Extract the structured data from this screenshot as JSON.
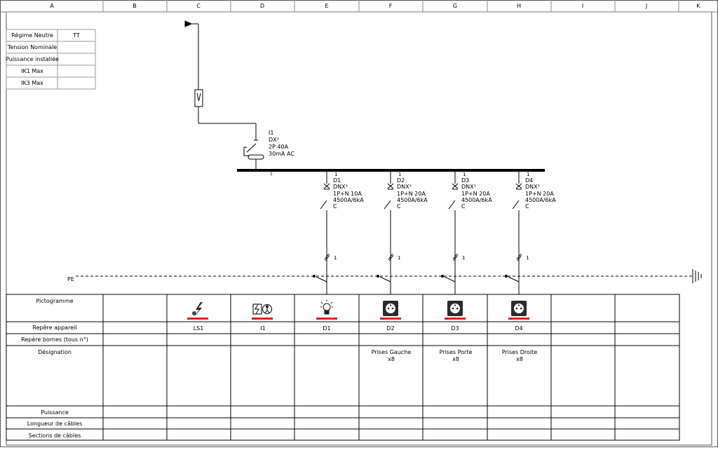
{
  "columns": [
    "A",
    "B",
    "C",
    "D",
    "E",
    "F",
    "G",
    "H",
    "I",
    "J",
    "K"
  ],
  "info_table": {
    "rows": [
      {
        "label": "Régime Neutre",
        "value": "TT"
      },
      {
        "label": "Tension Nominale",
        "value": ""
      },
      {
        "label": "Puissance installée",
        "value": ""
      },
      {
        "label": "IK1 Max",
        "value": ""
      },
      {
        "label": "IK3 Max",
        "value": ""
      }
    ]
  },
  "main_breaker": {
    "lines": [
      "I1",
      "DX³",
      "2P 40A",
      "30mA AC"
    ],
    "terminal": "1"
  },
  "busbar_terminal": "1",
  "breakers": [
    {
      "terminal": "1",
      "lines": [
        "D1",
        "DNX³",
        "1P+N 10A",
        "4500A/6kA",
        "C"
      ],
      "cable_count": "1"
    },
    {
      "terminal": "1",
      "lines": [
        "D2",
        "DNX³",
        "1P+N 20A",
        "4500A/6kA",
        "C"
      ],
      "cable_count": "1"
    },
    {
      "terminal": "1",
      "lines": [
        "D3",
        "DNX³",
        "1P+N 20A",
        "4500A/6kA",
        "C"
      ],
      "cable_count": "1"
    },
    {
      "terminal": "1",
      "lines": [
        "D4",
        "DNX³",
        "1P+N 20A",
        "4500A/6kA",
        "C"
      ],
      "cable_count": "1"
    }
  ],
  "pe_label": "PE",
  "table": {
    "row_labels": [
      "Pictogramme",
      "Repère appareil",
      "Repère bornes (tous n°)",
      "Désignation",
      "Puissance",
      "Longueur de câbles",
      "Sections de câbles"
    ],
    "pictograms": [
      {
        "icon": "lightning-arrester-icon"
      },
      {
        "icon": "breaker-differential-icon"
      },
      {
        "icon": "light-bulb-icon"
      },
      {
        "icon": "socket-icon"
      },
      {
        "icon": "socket-icon"
      },
      {
        "icon": "socket-icon"
      }
    ],
    "repere_appareil": [
      "LS1",
      "I1",
      "D1",
      "D2",
      "D3",
      "D4"
    ],
    "designations": [
      {
        "name": "Prises Gauche",
        "qty": "x8"
      },
      {
        "name": "Prises Porte",
        "qty": "x8"
      },
      {
        "name": "Prises Droite",
        "qty": "x8"
      }
    ]
  },
  "colors": {
    "accent_bar": "#e02020",
    "grid": "#888888",
    "line": "#000000"
  }
}
